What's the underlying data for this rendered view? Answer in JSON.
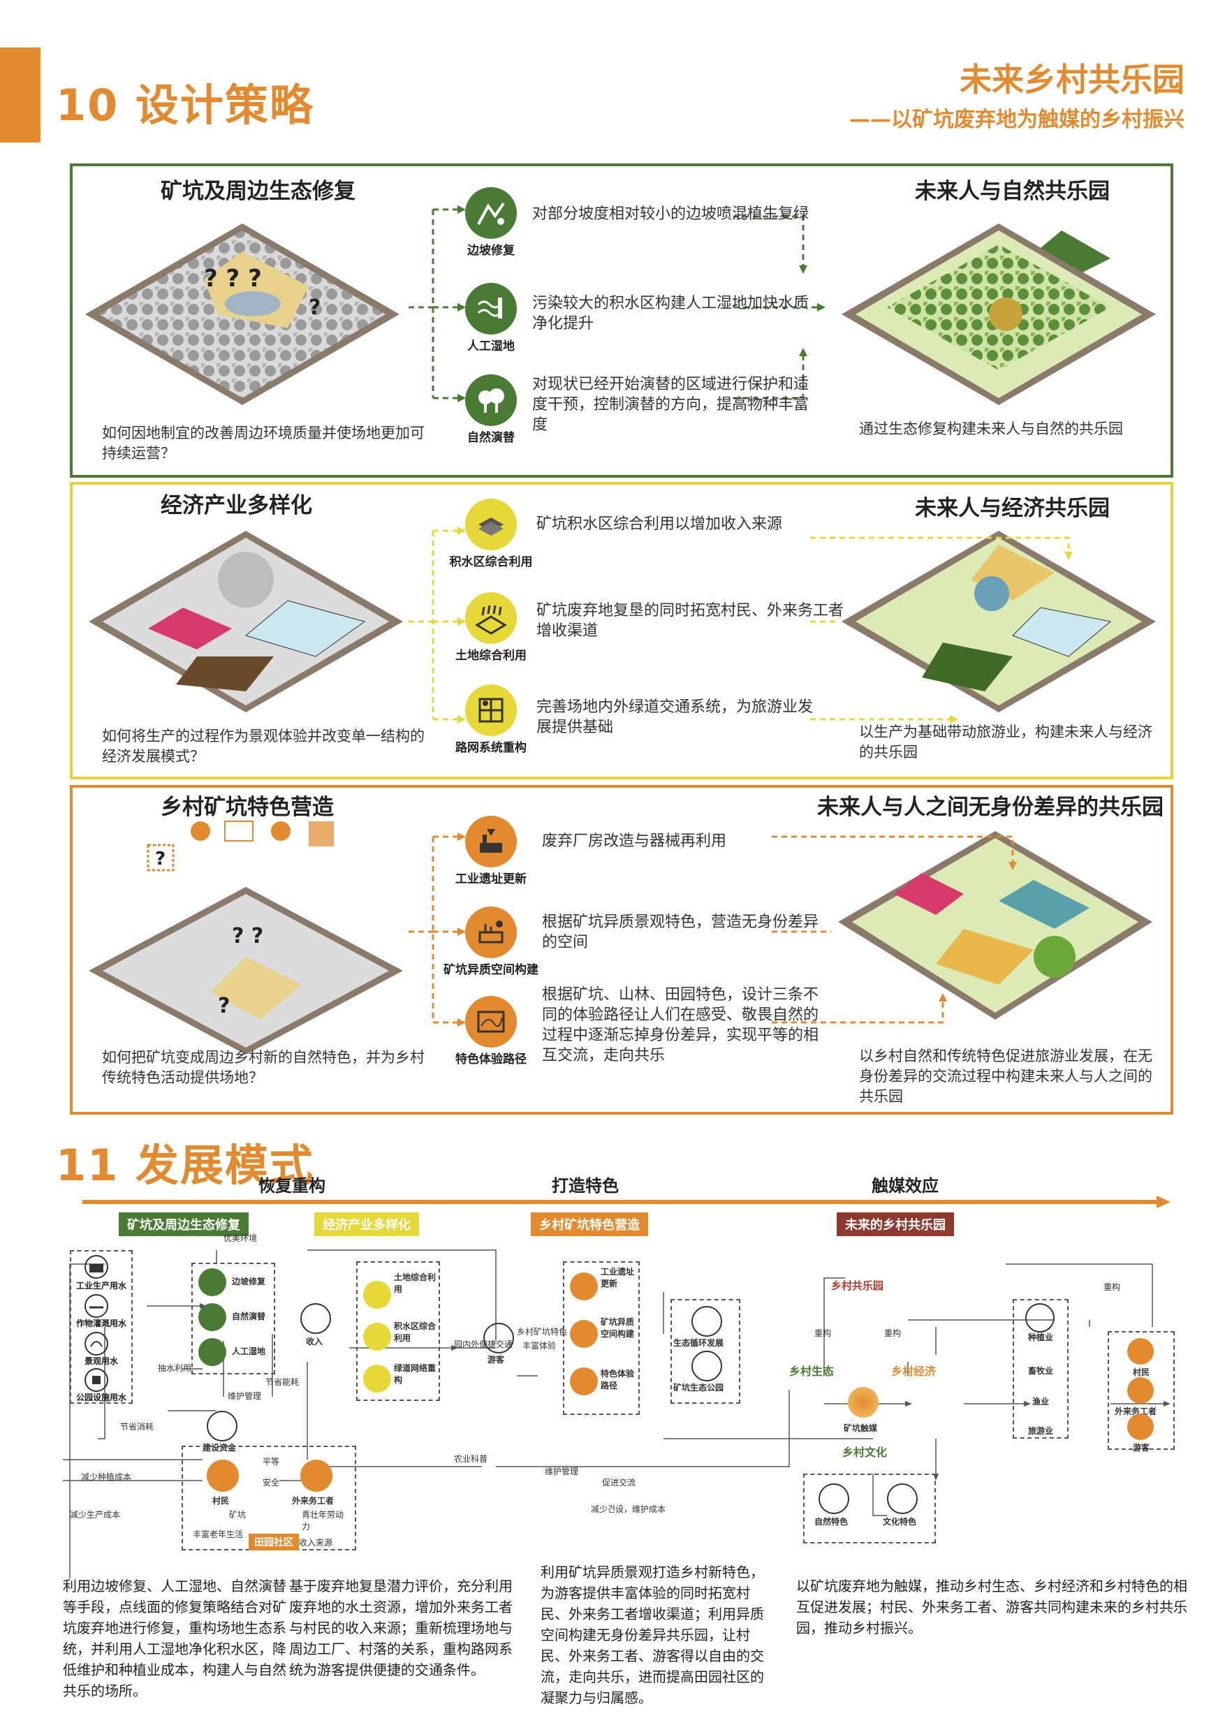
{
  "header": {
    "section10": "10 设计策略",
    "project_title": "未来乡村共乐园",
    "project_subtitle": "——以矿坑废弃地为触媒的乡村振兴"
  },
  "panels": [
    {
      "left_title": "矿坑及周边生态修复",
      "right_title": "未来人与自然共乐园",
      "question": "如何因地制宜的改善周边环境质量并使场地更加可持续运营？",
      "result": "通过生态修复构建未来人与自然的共乐园",
      "strategies": [
        {
          "label": "边坡修复",
          "text": "对部分坡度相对较小的边坡喷混植生复绿"
        },
        {
          "label": "人工湿地",
          "text": "污染较大的积水区构建人工湿地加快水质净化提升"
        },
        {
          "label": "自然演替",
          "text": "对现状已经开始演替的区域进行保护和适度干预，控制演替的方向，提高物种丰富度"
        }
      ]
    },
    {
      "left_title": "经济产业多样化",
      "right_title": "未来人与经济共乐园",
      "question": "如何将生产的过程作为景观体验并改变单一结构的经济发展模式？",
      "result": "以生产为基础带动旅游业，构建未来人与经济的共乐园",
      "strategies": [
        {
          "label": "积水区综合利用",
          "text": "矿坑积水区综合利用以增加收入来源"
        },
        {
          "label": "土地综合利用",
          "text": "矿坑废弃地复垦的同时拓宽村民、外来务工者增收渠道"
        },
        {
          "label": "路网系统重构",
          "text": "完善场地内外绿道交通系统，为旅游业发展提供基础"
        }
      ]
    },
    {
      "left_title": "乡村矿坑特色营造",
      "right_title": "未来人与人之间无身份差异的共乐园",
      "question": "如何把矿坑变成周边乡村新的自然特色，并为乡村传统特色活动提供场地？",
      "result": "以乡村自然和传统特色促进旅游业发展，在无身份差异的交流过程中构建未来人与人之间的共乐园",
      "strategies": [
        {
          "label": "工业遗址更新",
          "text": "废弃厂房改造与器械再利用"
        },
        {
          "label": "矿坑异质空间构建",
          "text": "根据矿坑异质景观特色，营造无身份差异的空间"
        },
        {
          "label": "特色体验路径",
          "text": "根据矿坑、山林、田园特色，设计三条不同的体验路径让人们在感受、敬畏自然的过程中逐渐忘掉身份差异，实现平等的相互交流，走向共乐"
        }
      ]
    }
  ],
  "section11": {
    "title": "11 发展模式",
    "phases": [
      "恢复重构",
      "打造特色",
      "触媒效应"
    ],
    "chips": [
      "矿坑及周边生态修复",
      "经济产业多样化",
      "乡村矿坑特色营造",
      "未来的乡村共乐园"
    ],
    "col1": {
      "top_label": "优美环境",
      "water_nodes": [
        "工业生产用水",
        "作物灌溉用水",
        "景观用水",
        "公园设施用水"
      ],
      "strategies": [
        "边坡修复",
        "自然演替",
        "人工湿地"
      ],
      "labels": {
        "chou": "抽水利用",
        "jiesheng": "节省能耗",
        "weihu": "维护管理",
        "jieshengxiaohao": "节省消耗",
        "jianshe": "建设资金",
        "jianshao_zhongzhi": "减少种植成本",
        "jianshao_shengchan": "减少生产成本"
      }
    },
    "col2": {
      "income": "收入",
      "strategies": [
        "土地综合利用",
        "积水区综合利用",
        "绿道网络重构"
      ],
      "road": "园内外便捷交通",
      "tourist": "游客",
      "mine_path": "乡村矿坑特色",
      "experience": "丰富体验"
    },
    "community": {
      "villager": "村民",
      "migrant": "外来务工者",
      "equal": "平等",
      "safe": "安全",
      "mine": "矿坑",
      "young": "青壮年劳动力",
      "old": "丰富老年生活",
      "income_src": "收入来源",
      "name": "田园社区",
      "agri": "农业科普",
      "maintain": "维护管理",
      "exchange": "促进交流",
      "reduce": "减少건设，维护成本"
    },
    "col3": {
      "strategies": [
        "工业遗址更新",
        "矿坑异质空间构建",
        "特色体验路径"
      ]
    },
    "col4": {
      "top": "乡村共乐园",
      "eco_cycle": "生态循环发展",
      "mine_park": "矿坑生态公园",
      "eco": "乡村生态",
      "econ": "乡村经济",
      "culture": "乡村文化",
      "catalyst": "矿坑触媒",
      "rebuild1": "重构",
      "rebuild2": "重构",
      "rebuild3": "重构",
      "nature": "自然特色",
      "culture_feature": "文化特色",
      "industries": [
        "种植业",
        "畜牧业",
        "渔业",
        "旅游业"
      ],
      "people": [
        "村民",
        "外来务工者",
        "游客"
      ]
    },
    "bottom_texts": [
      "利用边坡修复、人工湿地、自然演替等手段，点线面的修复策略结合对矿坑废弃地进行修复，重构场地生态系统，并利用人工湿地净化积水区，降低维护和种植业成本，构建人与自然共乐的场所。",
      "基于废弃地复垦潜力评价，充分利用废弃地的水土资源，增加外来务工者与村民的收入来源；重新梳理场地与周边工厂、村落的关系，重构路网系统为游客提供便捷的交通条件。",
      "利用矿坑异质景观打造乡村新特色，为游客提供丰富体验的同时拓宽村民、外来务工者增收渠道；利用异质空间构建无身份差异共乐园，让村民、外来务工者、游客得以自由的交流，走向共乐，进而提高田园社区的凝聚力与归属感。",
      "以矿坑废弃地为触媒，推动乡村生态、乡村经济和乡村特色的相互促进发展；村民、外来务工者、游客共同构建未来的乡村共乐园，推动乡村振兴。"
    ]
  },
  "colors": {
    "accent": "#e38a2e",
    "green": "#4a7b35",
    "yellow": "#e6d838",
    "dark_red": "#8e3a2f"
  }
}
